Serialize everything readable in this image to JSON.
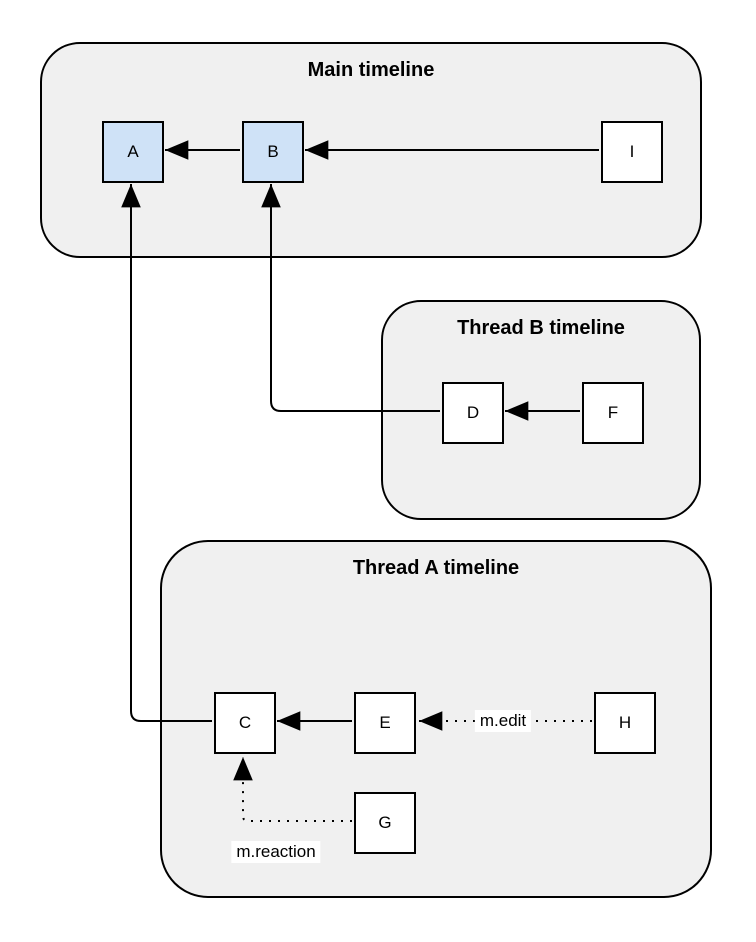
{
  "colors": {
    "canvas_bg": "#ffffff",
    "container_fill": "#f0f0f0",
    "container_border": "#000000",
    "node_fill": "#ffffff",
    "node_fill_highlight": "#cfe2f7",
    "node_border": "#000000",
    "edge_color": "#000000",
    "label_bg": "#ffffff"
  },
  "containers": {
    "main": {
      "title": "Main timeline"
    },
    "thread_b": {
      "title": "Thread B timeline"
    },
    "thread_a": {
      "title": "Thread A timeline"
    }
  },
  "nodes": {
    "a": {
      "label": "A"
    },
    "b": {
      "label": "B"
    },
    "i": {
      "label": "I"
    },
    "d": {
      "label": "D"
    },
    "f": {
      "label": "F"
    },
    "c": {
      "label": "C"
    },
    "e": {
      "label": "E"
    },
    "h": {
      "label": "H"
    },
    "g": {
      "label": "G"
    }
  },
  "edge_labels": {
    "edit": "m.edit",
    "reaction": "m.reaction"
  }
}
